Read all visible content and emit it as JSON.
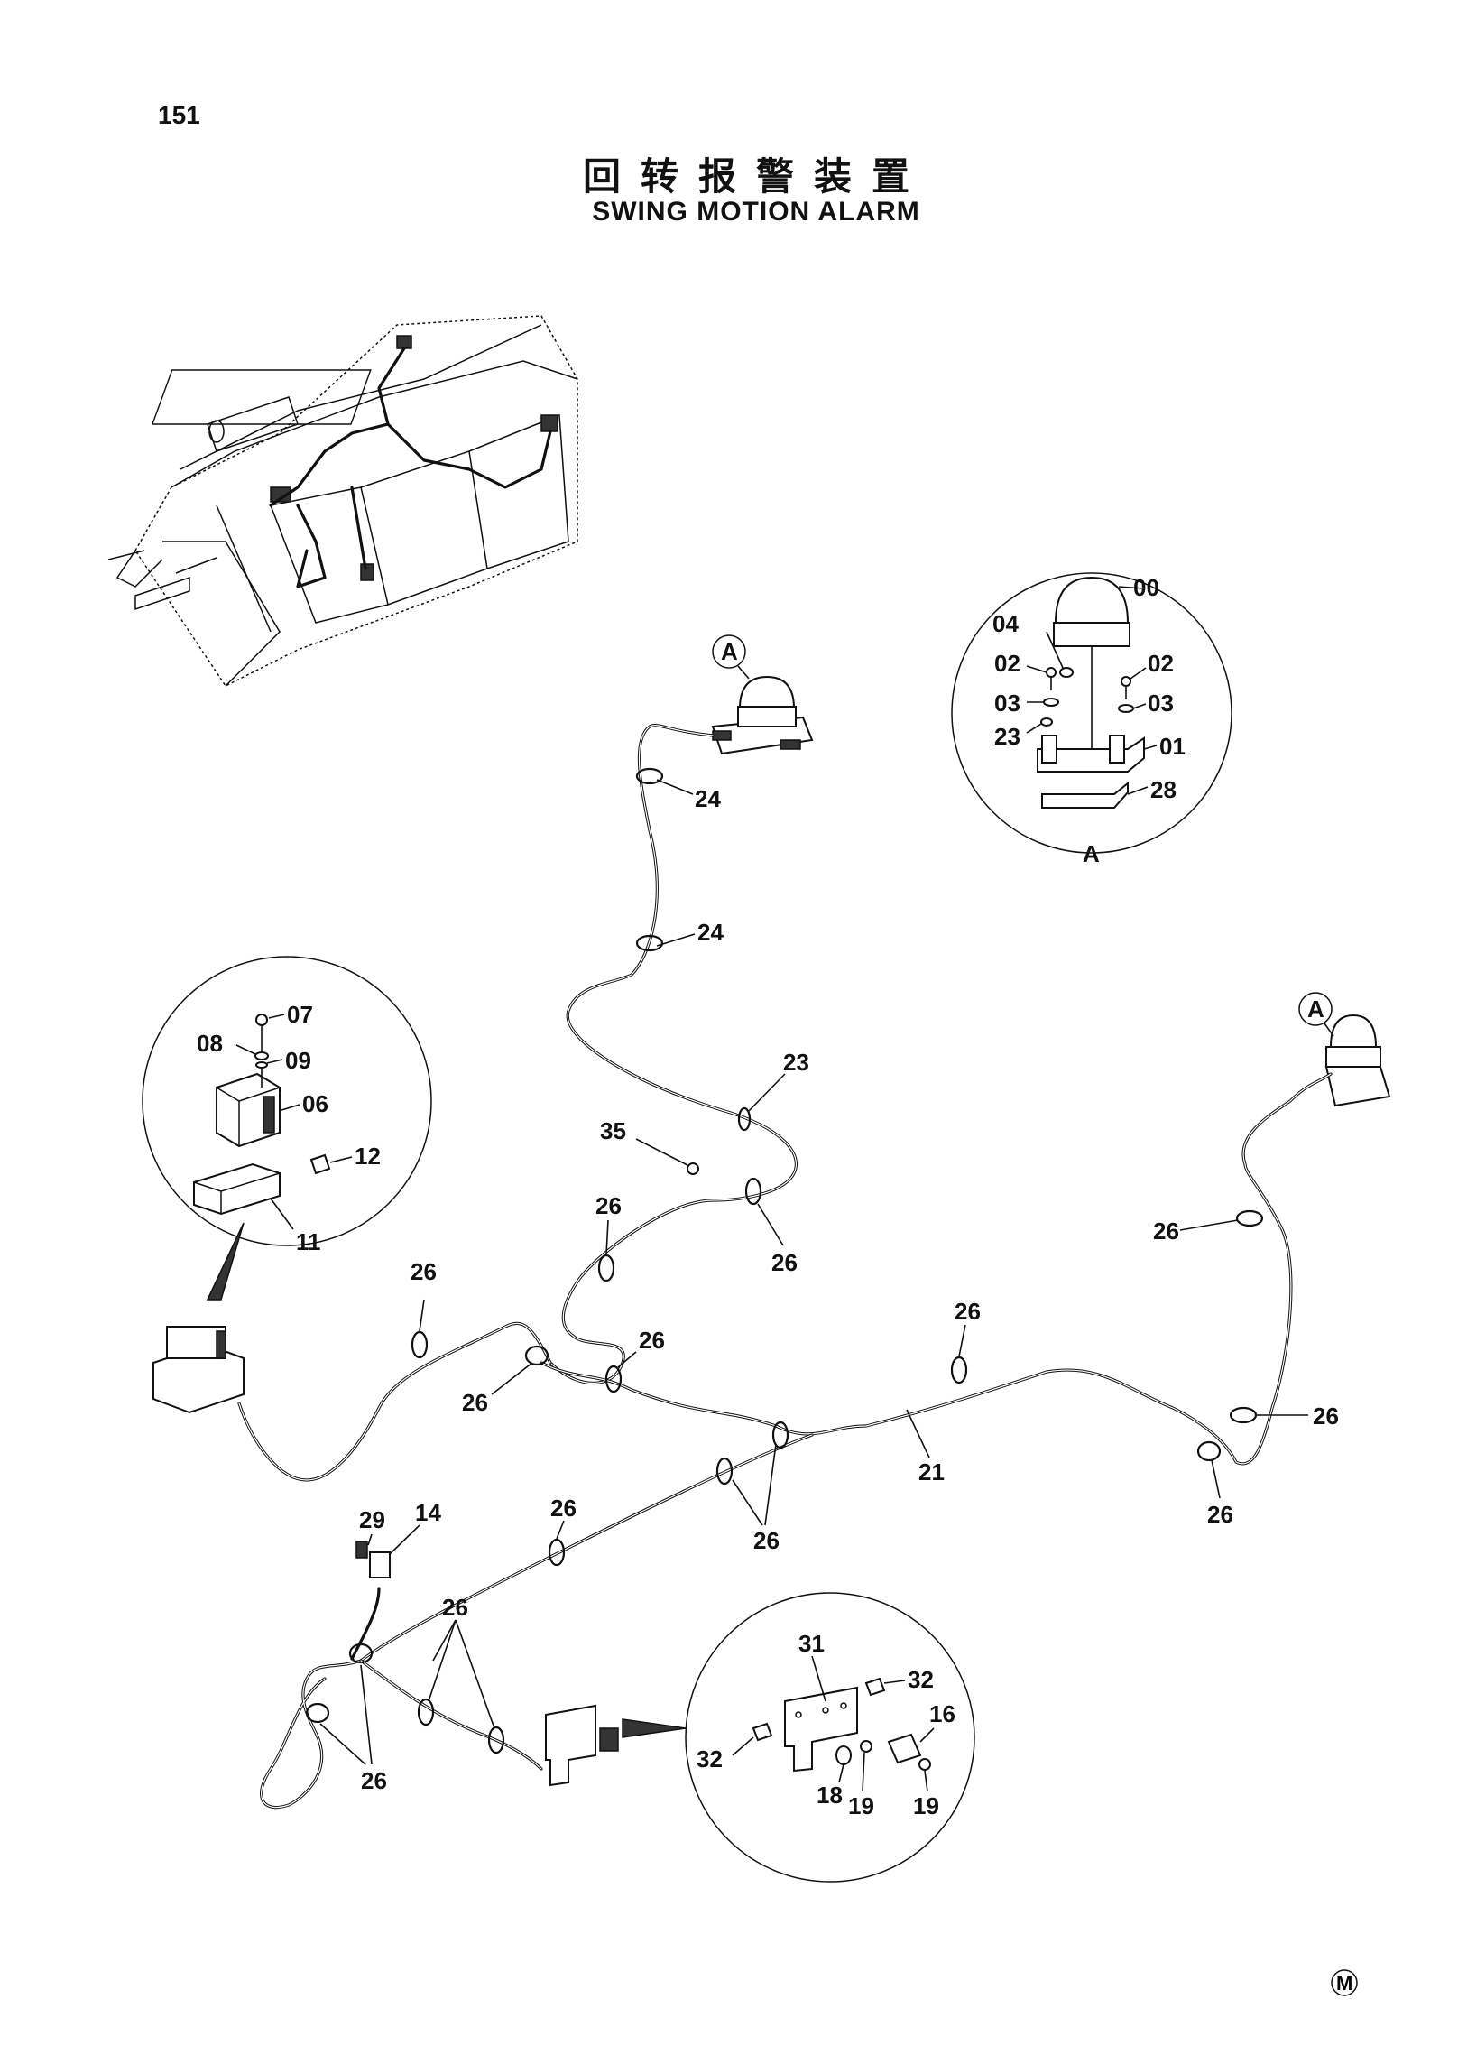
{
  "page_number": "151",
  "title_cn": "回转报警装置",
  "title_en": "SWING MOTION ALARM",
  "detail_label": "A",
  "corner_mark": "M",
  "callouts": {
    "c00": "00",
    "c04": "04",
    "c02a": "02",
    "c02b": "02",
    "c03a": "03",
    "c03b": "03",
    "c23a": "23",
    "c01": "01",
    "c28": "28",
    "c07": "07",
    "c08": "08",
    "c09": "09",
    "c06": "06",
    "c12": "12",
    "c11": "11",
    "c24a": "24",
    "c24b": "24",
    "c23b": "23",
    "c35": "35",
    "c26_1": "26",
    "c26_2": "26",
    "c26_3": "26",
    "c26_4": "26",
    "c26_5": "26",
    "c26_6": "26",
    "c26_7": "26",
    "c26_8": "26",
    "c26_9": "26",
    "c26_10": "26",
    "c26_11": "26",
    "c26_12": "26",
    "c26_13": "26",
    "c21": "21",
    "c29": "29",
    "c14": "14",
    "c31": "31",
    "c32a": "32",
    "c32b": "32",
    "c16": "16",
    "c18": "18",
    "c19a": "19",
    "c19b": "19"
  }
}
